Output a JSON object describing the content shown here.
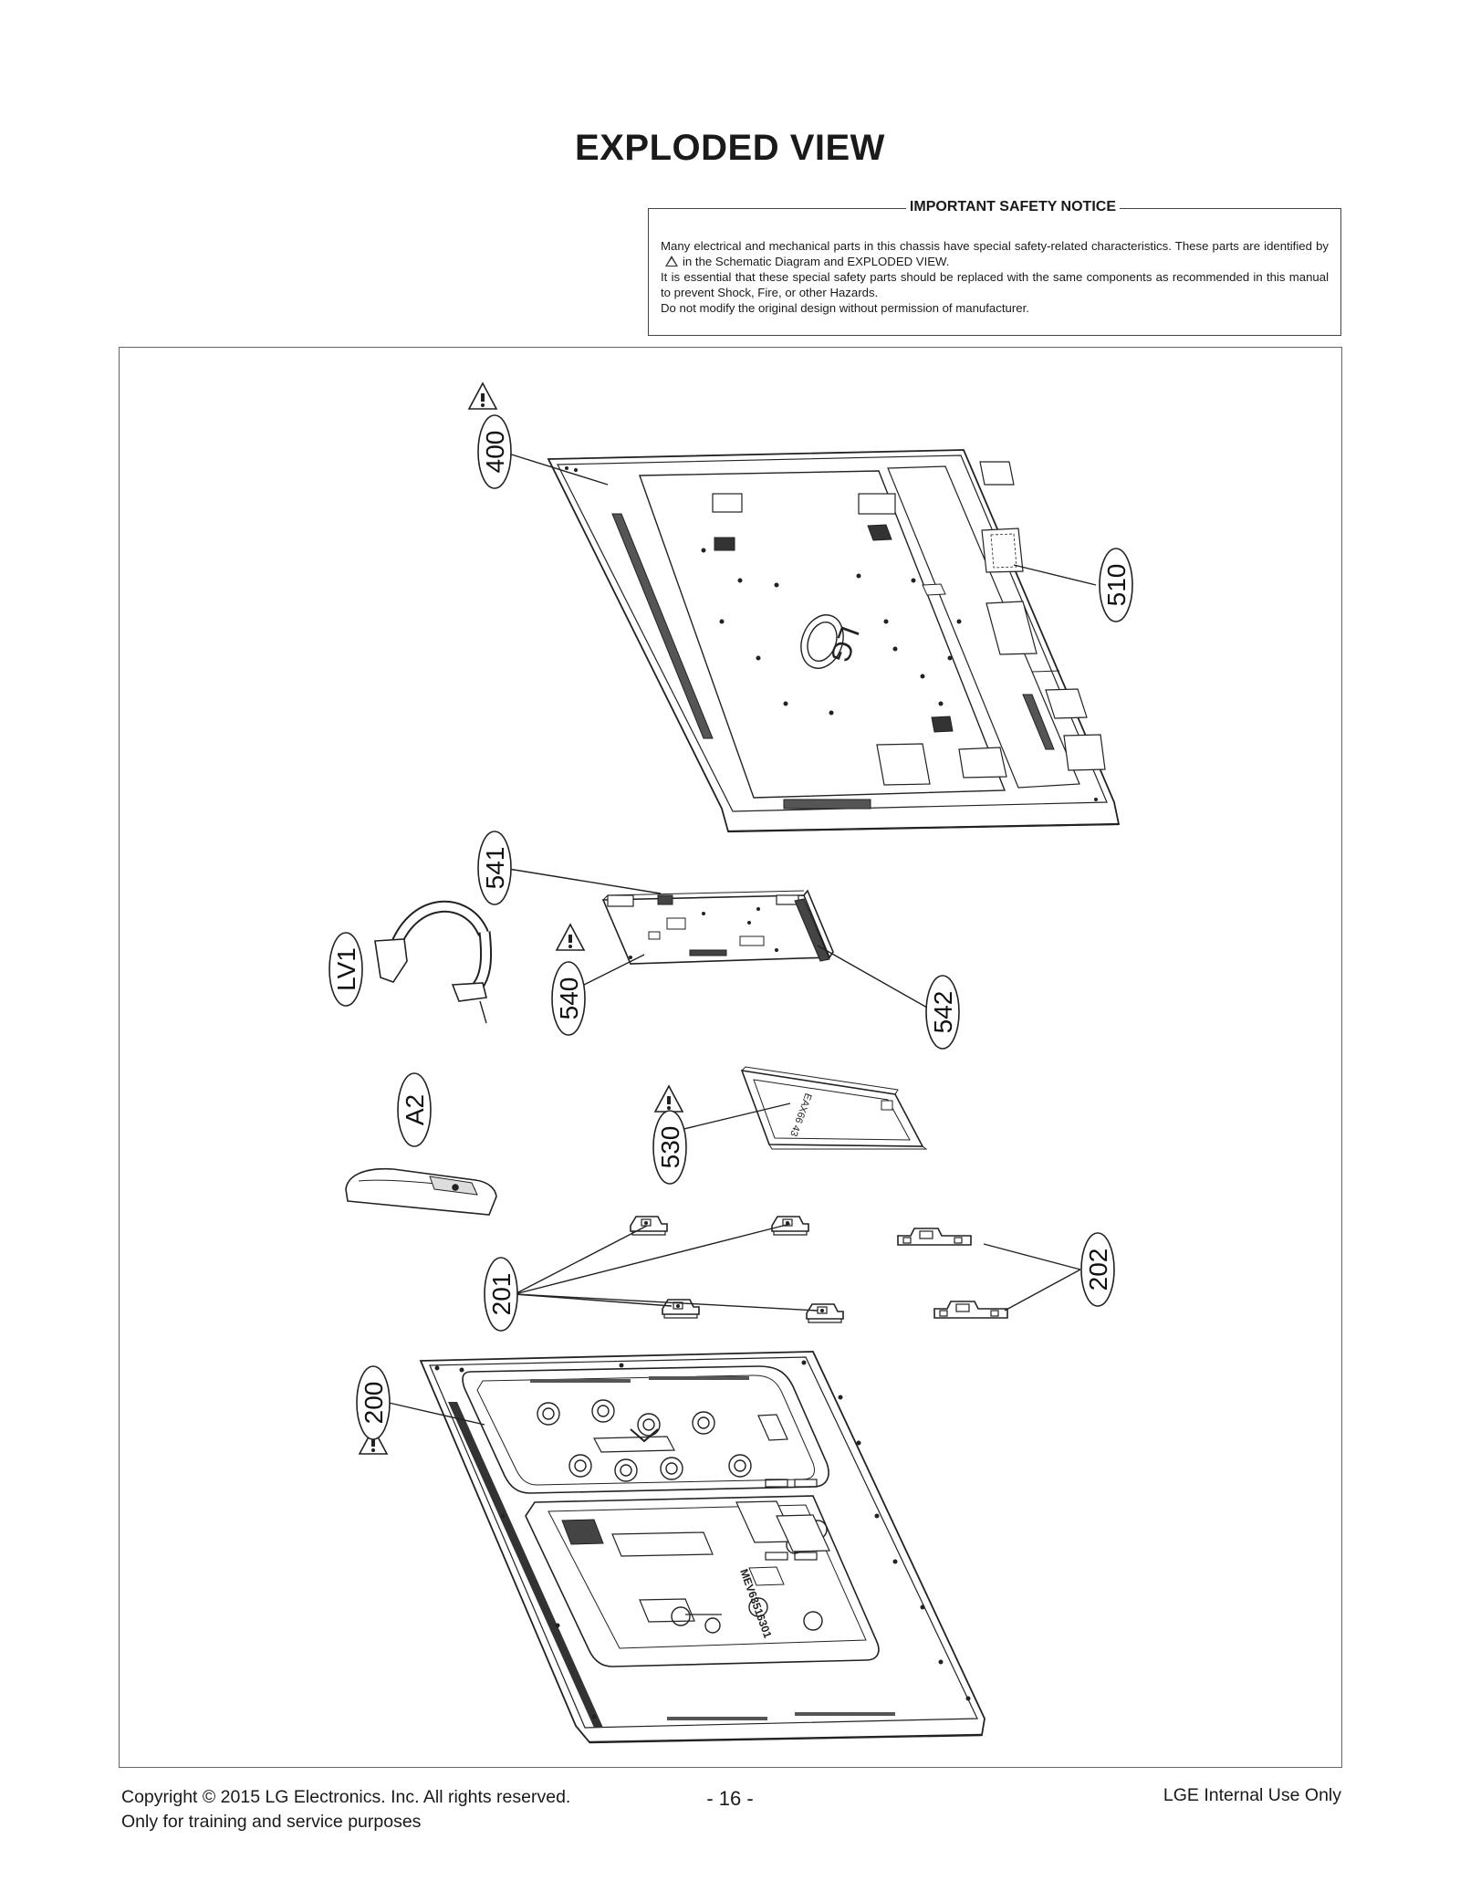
{
  "page": {
    "title": "EXPLODED VIEW"
  },
  "notice": {
    "title": "IMPORTANT SAFETY NOTICE",
    "line1a": "Many electrical and mechanical parts in this chassis have special safety-related characteristics. These parts are identified by",
    "line1b": "in the Schematic Diagram and EXPLODED VIEW.",
    "line2": "It is essential that these special safety parts should be replaced with the same components as recommended in this manual to prevent Shock, Fire, or other Hazards.",
    "line3": "Do not modify the original design without permission of manufacturer."
  },
  "diagram": {
    "logo_text": "LG",
    "callouts": {
      "c400": "400",
      "c510": "510",
      "c541": "541",
      "cLV1": "LV1",
      "c540": "540",
      "c542": "542",
      "cA2": "A2",
      "c530": "530",
      "c201": "201",
      "c202": "202",
      "c200": "200"
    },
    "part_marks": {
      "power": "EAX66 43",
      "frame": "MEV63516301"
    }
  },
  "footer": {
    "copyright": "Copyright  © 2015  LG Electronics. Inc. All rights reserved.",
    "purpose": "Only for training and service purposes",
    "page_number": "- 16 -",
    "usage": "LGE Internal Use Only"
  }
}
